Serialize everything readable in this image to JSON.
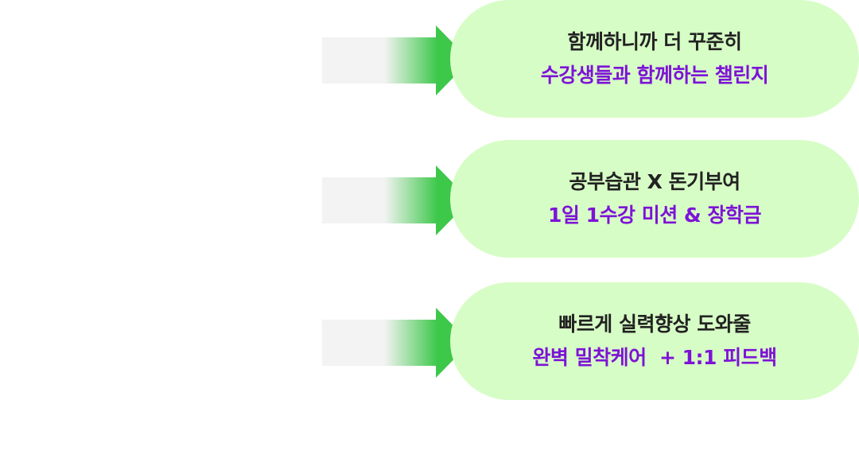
{
  "colors": {
    "pill_background": "#d7fdc6",
    "arrow_green": "#3dc84a",
    "arrow_fade": "#f3f3f3",
    "title_text": "#222222",
    "highlight_text": "#7d13d6"
  },
  "items": [
    {
      "icon": "arrow-right-icon",
      "title": "함께하니까 더 꾸준히",
      "highlight": "수강생들과 함께하는 챌린지"
    },
    {
      "icon": "arrow-right-icon",
      "title": "공부습관 X 돈기부여",
      "highlight": "1일 1수강 미션 & 장학금"
    },
    {
      "icon": "arrow-right-icon",
      "title": "빠르게 실력향상 도와줄",
      "highlight": "완벽 밀착케어  + 1:1 피드백"
    }
  ]
}
